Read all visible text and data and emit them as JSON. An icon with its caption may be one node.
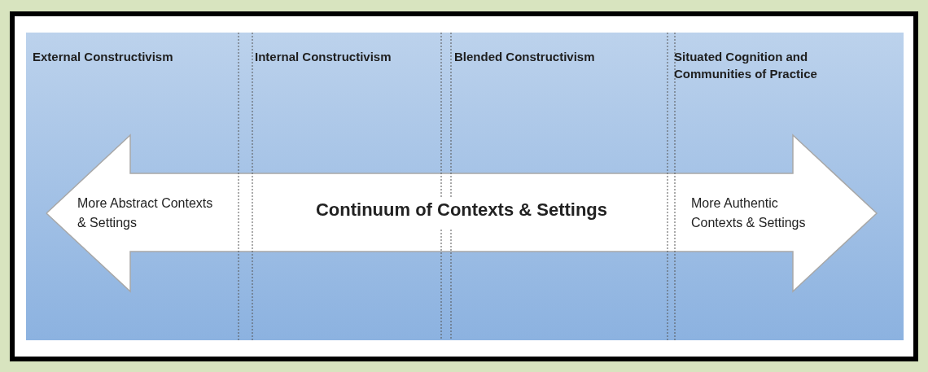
{
  "diagram": {
    "nodes": [
      {
        "text": [
          "More Abstract Contexts & Settings",
          "Continuum of Contexts & Settings",
          "More Authentic Contexts & Settings"
        ]
      }
    ],
    "labels": [
      "External Constructivism",
      "Internal Constructivism",
      "Blended Constructivism",
      "Situated Cognition and Communities of Practice"
    ]
  }
}
